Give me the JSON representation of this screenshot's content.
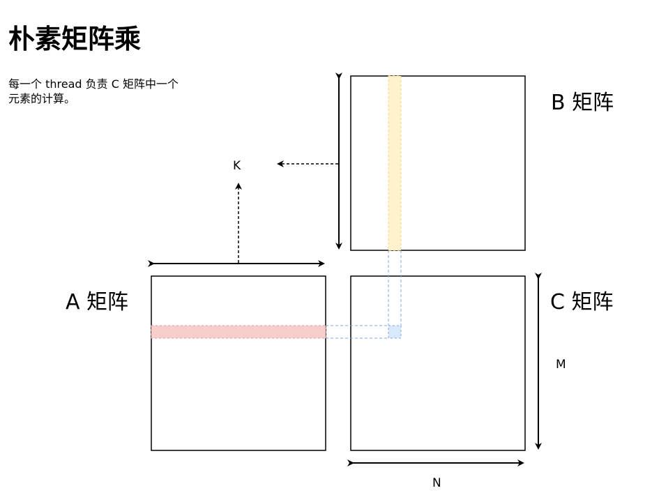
{
  "title": "朴素矩阵乘",
  "description": {
    "line1": "每一个 thread 负责 C 矩阵中一个",
    "line2": "元素的计算。"
  },
  "matrices": {
    "a_label": "A 矩阵",
    "b_label": "B 矩阵",
    "c_label": "C 矩阵"
  },
  "dimensions": {
    "k": "K",
    "m": "M",
    "n": "N"
  },
  "colors": {
    "a_row_highlight": "#f8cecc",
    "b_col_highlight": "#fff2cc",
    "c_cell_highlight": "#dae8fc",
    "a_row_border": "#ea9a96",
    "b_col_border": "#f3d77f",
    "guide_dashed": "#7ea6e0"
  }
}
